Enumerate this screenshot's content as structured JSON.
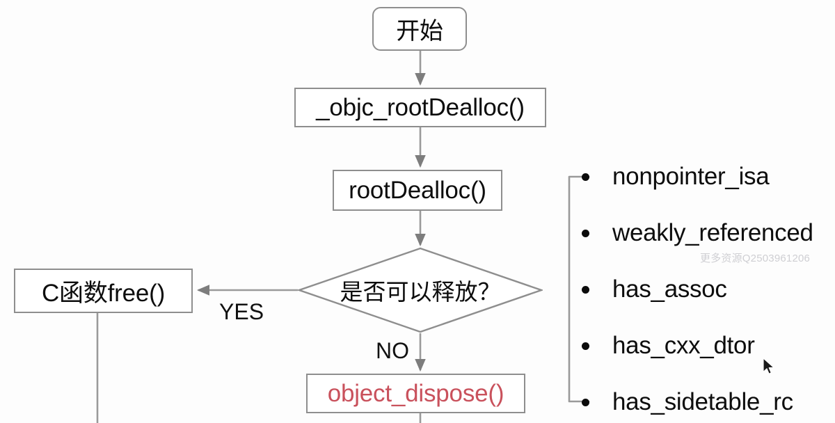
{
  "diagram": {
    "title": "",
    "nodes": {
      "start": {
        "label": "开始",
        "shape": "rounded-rectangle"
      },
      "objc_root_dealloc": {
        "label": "_objc_rootDealloc()",
        "shape": "rectangle"
      },
      "root_dealloc": {
        "label": "rootDealloc()",
        "shape": "rectangle"
      },
      "decision": {
        "label": "是否可以释放？",
        "shape": "diamond"
      },
      "c_free": {
        "label": "C函数free()",
        "shape": "rectangle"
      },
      "object_dispose": {
        "label": "object_dispose()",
        "shape": "rectangle"
      }
    },
    "edge_labels": {
      "yes": "YES",
      "no": "NO"
    },
    "colors": {
      "node_border": "#8e8e8e",
      "node_text": "#0d0d0d",
      "highlight_text": "#c9515c",
      "connector": "#9a9a9a",
      "bullet": "#0b0b0b",
      "watermark": "#cfcfd3"
    }
  },
  "bullet_list": {
    "bracket": "left-square-bracket",
    "items": [
      {
        "label": "nonpointer_isa"
      },
      {
        "label": "weakly_referenced"
      },
      {
        "label": "has_assoc"
      },
      {
        "label": "has_cxx_dtor"
      },
      {
        "label": "has_sidetable_rc"
      }
    ]
  },
  "watermark": {
    "text": "更多资源Q2503961206"
  },
  "cursor": {
    "icon": "mouse-pointer-arrow"
  }
}
